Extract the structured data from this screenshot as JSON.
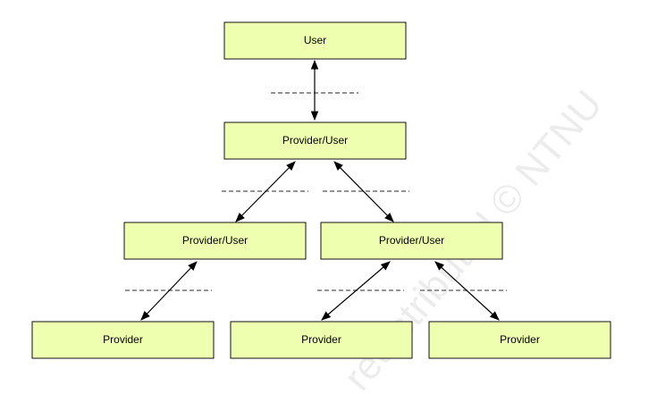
{
  "diagram": {
    "nodes": [
      {
        "id": "user",
        "label": "User"
      },
      {
        "id": "provider_user_top",
        "label": "Provider/User"
      },
      {
        "id": "provider_user_left",
        "label": "Provider/User"
      },
      {
        "id": "provider_user_right",
        "label": "Provider/User"
      },
      {
        "id": "provider_1",
        "label": "Provider"
      },
      {
        "id": "provider_2",
        "label": "Provider"
      },
      {
        "id": "provider_3",
        "label": "Provider"
      }
    ],
    "edges": [
      {
        "from": "user",
        "to": "provider_user_top",
        "arrows": "both"
      },
      {
        "from": "provider_user_top",
        "to": "provider_user_left",
        "arrows": "both"
      },
      {
        "from": "provider_user_top",
        "to": "provider_user_right",
        "arrows": "both"
      },
      {
        "from": "provider_user_left",
        "to": "provider_1",
        "arrows": "both"
      },
      {
        "from": "provider_user_right",
        "to": "provider_2",
        "arrows": "both"
      },
      {
        "from": "provider_user_right",
        "to": "provider_3",
        "arrows": "both"
      }
    ],
    "colors": {
      "box_fill": "#efffb0",
      "box_stroke": "#111111",
      "arrow": "#000000",
      "dashed_line": "#555555",
      "watermark": "#dddddd"
    }
  },
  "watermark": {
    "text": "redistributed © NTNU"
  }
}
